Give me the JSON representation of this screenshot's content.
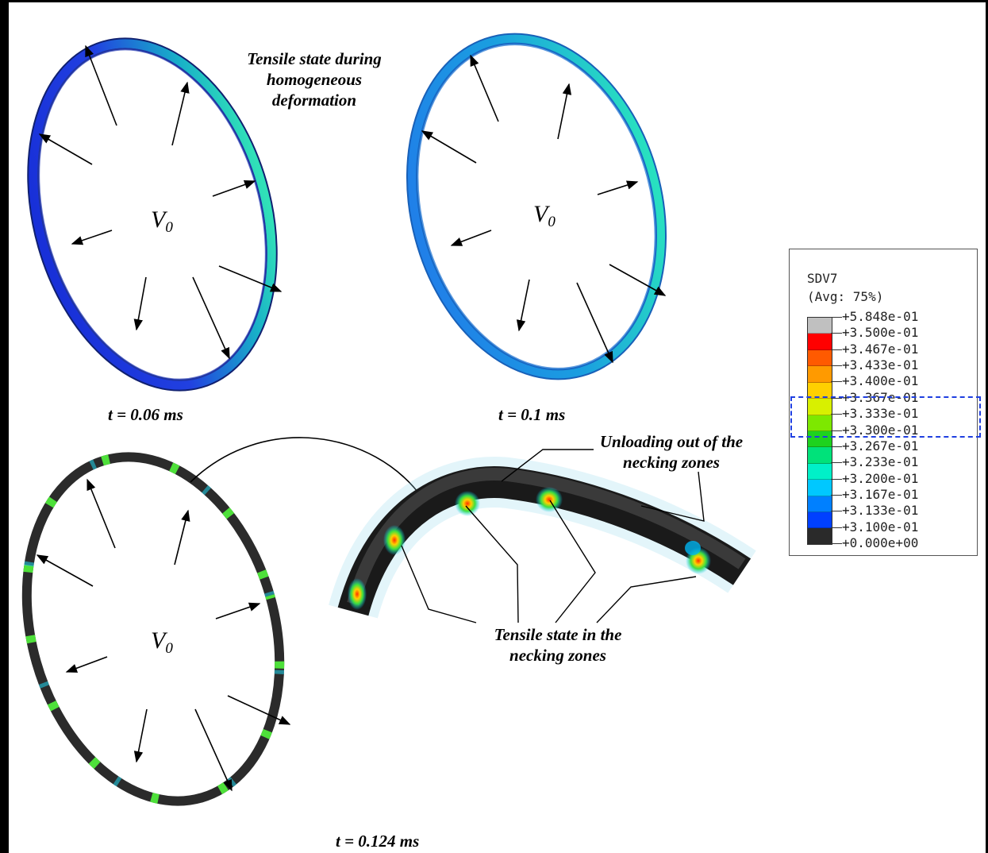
{
  "labels": {
    "tensile_homogeneous": [
      "Tensile state during",
      "homogeneous",
      "deformation"
    ],
    "unloading": [
      "Unloading out of the",
      "necking zones"
    ],
    "tensile_necking": [
      "Tensile state in the",
      "necking zones"
    ],
    "t1": "t = 0.06 ms",
    "t2": "t = 0.1 ms",
    "t3": "t = 0.124 ms",
    "velocity_symbol": "V",
    "velocity_subscript": "0"
  },
  "legend": {
    "variable": "SDV7",
    "averaging": "(Avg: 75%)",
    "values": [
      "+5.848e-01",
      "+3.500e-01",
      "+3.467e-01",
      "+3.433e-01",
      "+3.400e-01",
      "+3.367e-01",
      "+3.333e-01",
      "+3.300e-01",
      "+3.267e-01",
      "+3.233e-01",
      "+3.200e-01",
      "+3.167e-01",
      "+3.133e-01",
      "+3.100e-01",
      "+0.000e+00"
    ],
    "colors": [
      "#c0c0c0",
      "#ff0000",
      "#ff5a00",
      "#ff9a00",
      "#ffd000",
      "#d8f000",
      "#7de800",
      "#1ed21e",
      "#00e27a",
      "#00f0c8",
      "#00c8ff",
      "#0080ff",
      "#0040ff",
      "#2a2a2a"
    ]
  }
}
